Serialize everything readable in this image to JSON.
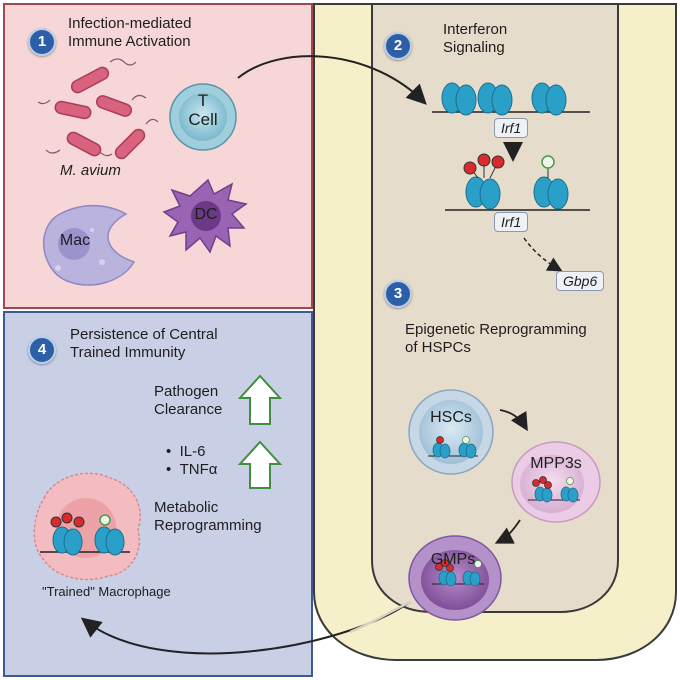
{
  "panel1": {
    "number": "1",
    "title_line1": "Infection-mediated",
    "title_line2": "Immune Activation",
    "pathogen_label": "M. avium",
    "tcell_line1": "T",
    "tcell_line2": "Cell",
    "dc_label": "DC",
    "mac_label": "Mac"
  },
  "panel2": {
    "number": "2",
    "title_line1": "Interferon",
    "title_line2": "Signaling",
    "gene1": "Irf1",
    "gene2": "Irf1",
    "gene3": "Gbp6"
  },
  "panel3": {
    "number": "3",
    "title_line1": "Epigenetic Reprogramming",
    "title_line2": "of HSPCs",
    "cell1": "HSCs",
    "cell2": "MPP3s",
    "cell3": "GMPs"
  },
  "panel4": {
    "number": "4",
    "title_line1": "Persistence of Central",
    "title_line2": "Trained Immunity",
    "outcome1_line1": "Pathogen",
    "outcome1_line2": "Clearance",
    "bullet1": "IL-6",
    "bullet2": "TNFα",
    "outcome3_line1": "Metabolic",
    "outcome3_line2": "Reprogramming",
    "macrophage_label": "\"Trained\" Macrophage"
  },
  "colors": {
    "panel1_bg": "#f6d6d6",
    "panel1_border": "#a0474f",
    "panel4_bg": "#c9d0e6",
    "panel4_border": "#3e5a93",
    "bone_bg": "#f5f0c9",
    "marrow_bg": "#e6dccb",
    "nucleosome": "#2aa0c8",
    "methyl_mark": "#d92b2b",
    "arrow": "#222222",
    "up_arrow": "#3f8f3f"
  },
  "icons": [
    "bacterium-icon",
    "t-cell-icon",
    "dendritic-cell-icon",
    "macrophage-icon",
    "nucleosome-icon",
    "up-arrow-icon",
    "cell-icon"
  ]
}
